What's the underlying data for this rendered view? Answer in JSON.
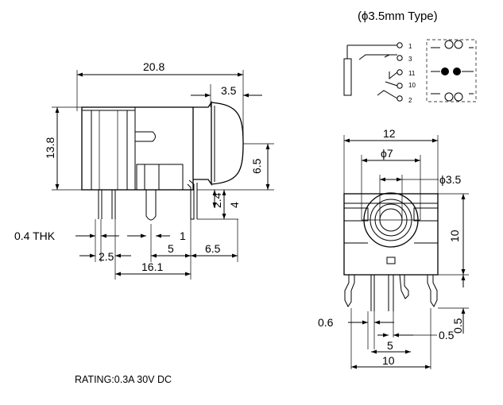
{
  "title": "(ϕ3.5mm Type)",
  "rating": "RATING:0.3A 30V DC",
  "side_view": {
    "overall_length": "20.8",
    "nose_length": "3.5",
    "height": "13.8",
    "center_height": "6.5",
    "pin_length_a": "2.4",
    "pin_length_b": "4",
    "thickness": "0.4 THK",
    "pin_spacing_a": "2.5",
    "pin_spacing_b": "5",
    "pin_spacing_c": "1",
    "pin_spacing_d": "6.5",
    "base_length": "16.1"
  },
  "front_view": {
    "width": "12",
    "bore": "ϕ7",
    "hole": "ϕ3.5",
    "height": "10",
    "pin_offset": "0.5",
    "pin_thickness": "0.6",
    "pin_width": "0.5",
    "pin_spacing": "5",
    "base_width": "10"
  },
  "schematic": {
    "pins": [
      "1",
      "3",
      "11",
      "10",
      "2"
    ]
  }
}
